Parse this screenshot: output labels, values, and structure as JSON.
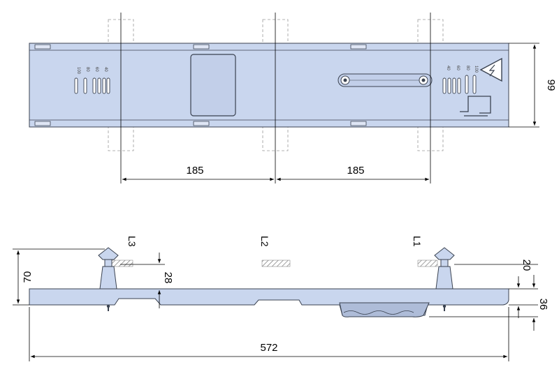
{
  "top_view": {
    "dim_spacing_left": "185",
    "dim_spacing_right": "185",
    "dim_width": "99"
  },
  "side_view": {
    "label_l3": "L3",
    "label_l2": "L2",
    "label_l1": "L1",
    "dim_length": "572",
    "dim_height_total": "70",
    "dim_bolt_offset": "28",
    "dim_top_offset": "20",
    "dim_body_height": "36"
  },
  "markings": {
    "scale_left": [
      "100",
      "80",
      "60",
      "40"
    ],
    "scale_right": [
      "100",
      "80",
      "60",
      "40"
    ],
    "warning_symbol": "high-voltage-warning-icon"
  },
  "colors": {
    "part_fill": "#c9d6ee",
    "part_outline": "#3a4250"
  }
}
